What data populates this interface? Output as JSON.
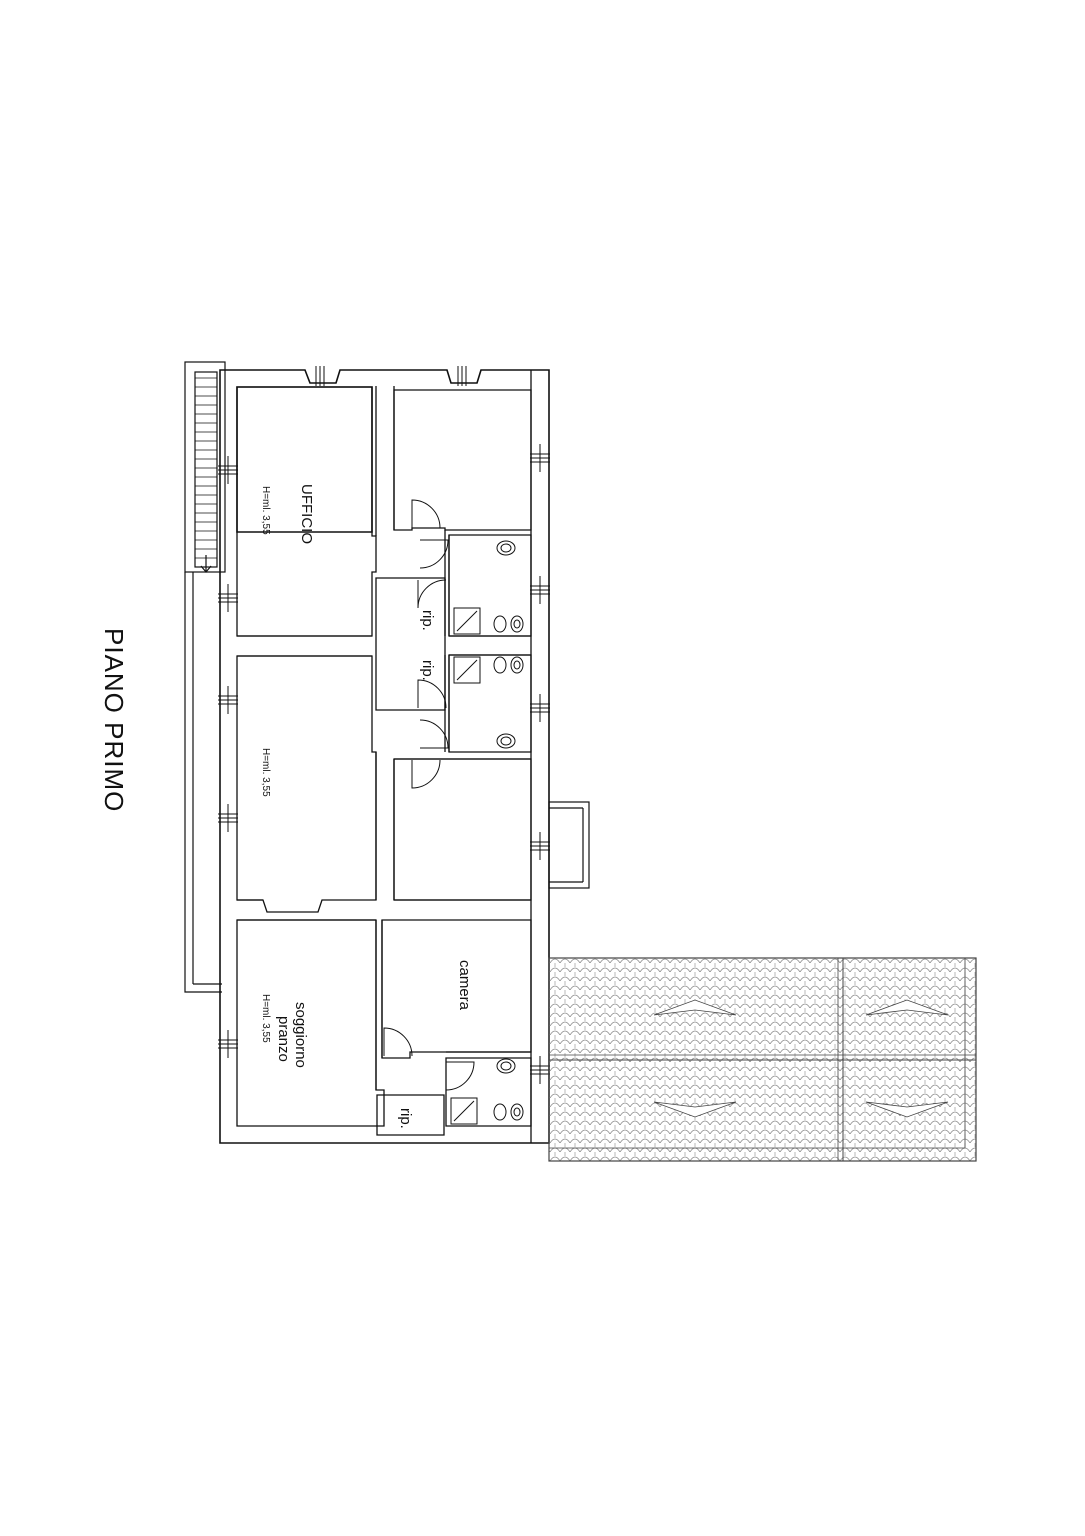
{
  "drawing": {
    "title": "PIANO PRIMO",
    "line_color": "#111111",
    "roof_color": "#888888",
    "background": "#ffffff"
  },
  "rooms": {
    "ufficio": {
      "name": "UFFICIO",
      "height": "H=ml. 3,55"
    },
    "middle_room": {
      "height": "H=ml. 3,55"
    },
    "soggiorno": {
      "name_line1": "soggiorno",
      "name_line2": "pranzo",
      "height": "H=ml. 3,55"
    },
    "camera": {
      "name": "camera"
    },
    "rip_1": {
      "name": "rip."
    },
    "rip_2": {
      "name": "rip."
    },
    "rip_3": {
      "name": "rip."
    }
  }
}
